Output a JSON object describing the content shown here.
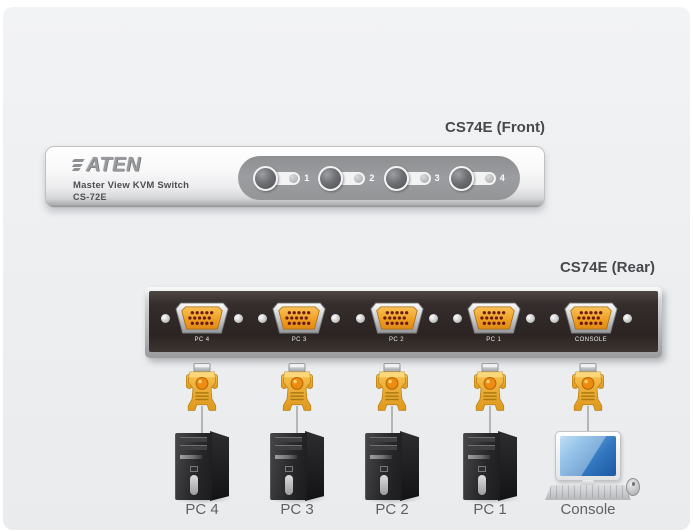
{
  "front": {
    "title": "CS74E (Front)",
    "brand": "ATEN",
    "model_line1": "Master View KVM Switch",
    "model_line2": "CS-72E",
    "buttons": [
      {
        "label": "1"
      },
      {
        "label": "2"
      },
      {
        "label": "3"
      },
      {
        "label": "4"
      }
    ]
  },
  "rear": {
    "title": "CS74E (Rear)",
    "ports": [
      {
        "label": "PC 4"
      },
      {
        "label": "PC 3"
      },
      {
        "label": "PC 2"
      },
      {
        "label": "PC 1"
      },
      {
        "label": "CONSOLE"
      }
    ]
  },
  "connections": [
    {
      "device": "pc-tower",
      "label": "PC 4"
    },
    {
      "device": "pc-tower",
      "label": "PC 3"
    },
    {
      "device": "pc-tower",
      "label": "PC 2"
    },
    {
      "device": "pc-tower",
      "label": "PC 1"
    },
    {
      "device": "console",
      "label": "Console"
    }
  ],
  "colors": {
    "background": "#edeff1",
    "panel_silver": "#f4f4f5",
    "button_strip_gray": "#9b9da0",
    "rear_body": "#2b2422",
    "vga_orange": "#ef9d22",
    "connector_gold": "#f0ad2e",
    "title_text": "#47494c",
    "device_label_text": "#5f6164"
  }
}
